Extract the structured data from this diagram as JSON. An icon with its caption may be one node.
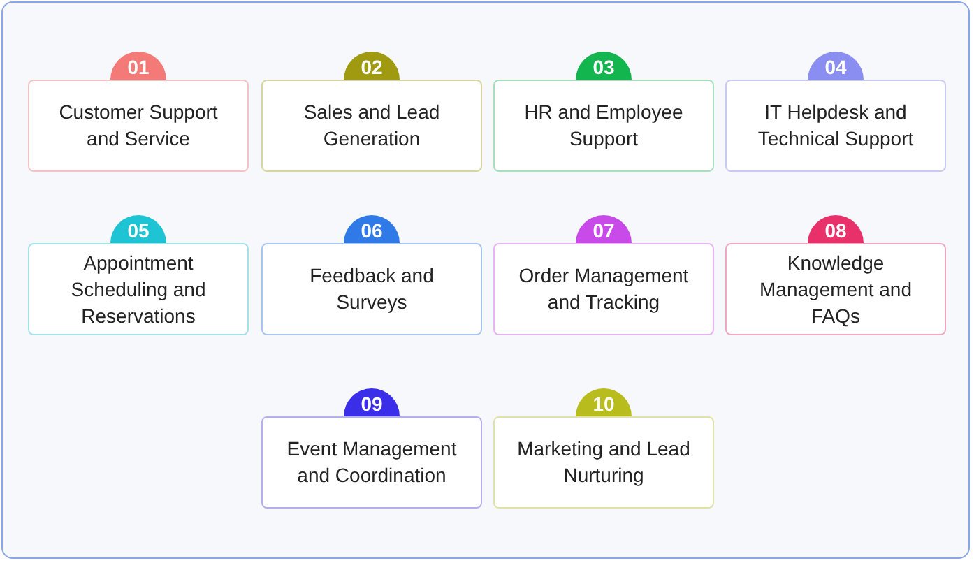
{
  "diagram": {
    "nodes": [
      {
        "text": [
          "01"
        ]
      },
      {
        "text": [
          "Customer Support and Service"
        ]
      },
      {
        "text": [
          "02"
        ]
      },
      {
        "text": [
          "Sales and Lead Generation"
        ]
      },
      {
        "text": [
          "03"
        ]
      },
      {
        "text": [
          "HR and Employee Support"
        ]
      },
      {
        "text": [
          "04"
        ]
      },
      {
        "text": [
          "IT Helpdesk and Technical Support"
        ]
      },
      {
        "text": [
          "05"
        ]
      },
      {
        "text": [
          "Appointment Scheduling and Reservations"
        ]
      },
      {
        "text": [
          "06"
        ]
      },
      {
        "text": [
          "Feedback and Surveys"
        ]
      },
      {
        "text": [
          "07"
        ]
      },
      {
        "text": [
          "Order Management and Tracking"
        ]
      },
      {
        "text": [
          "08"
        ]
      },
      {
        "text": [
          "Knowledge Management and FAQs"
        ]
      },
      {
        "text": [
          "09"
        ]
      },
      {
        "text": [
          "Event Management and Coordination"
        ]
      },
      {
        "text": [
          "10"
        ]
      },
      {
        "text": [
          "Marketing and Lead Nurturing"
        ]
      }
    ],
    "edges": []
  }
}
